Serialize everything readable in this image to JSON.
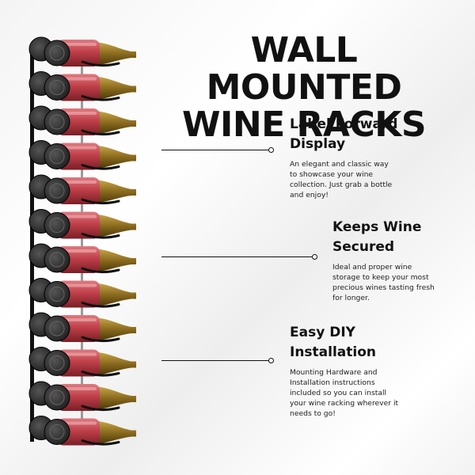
{
  "header": {
    "title_line1": "WALL MOUNTED",
    "title_line2": "WINE RACKS"
  },
  "features": [
    {
      "title_lines": [
        "Label Forward",
        "Display"
      ],
      "body_lines": [
        "An elegant and classic way",
        "to showcase your wine",
        "collection. Just grab a bottle",
        "and enjoy!"
      ]
    },
    {
      "title_lines": [
        "Keeps Wine",
        "Secured"
      ],
      "body_lines": [
        "Ideal and proper wine",
        "storage to keep your most",
        "precious wines tasting fresh",
        "for longer."
      ]
    },
    {
      "title_lines": [
        "Easy DIY",
        "Installation"
      ],
      "body_lines": [
        "Mounting Hardware and",
        "Installation instructions",
        "included so you can install",
        "your wine racking wherever it",
        "needs to go!"
      ]
    }
  ],
  "rack": {
    "bottle_rows": 12,
    "colors": {
      "label_red": "#c0404a",
      "glass_dark": "#1c1c1c",
      "neck_gold": "#8a6a1e",
      "rail_black": "#111111"
    }
  }
}
